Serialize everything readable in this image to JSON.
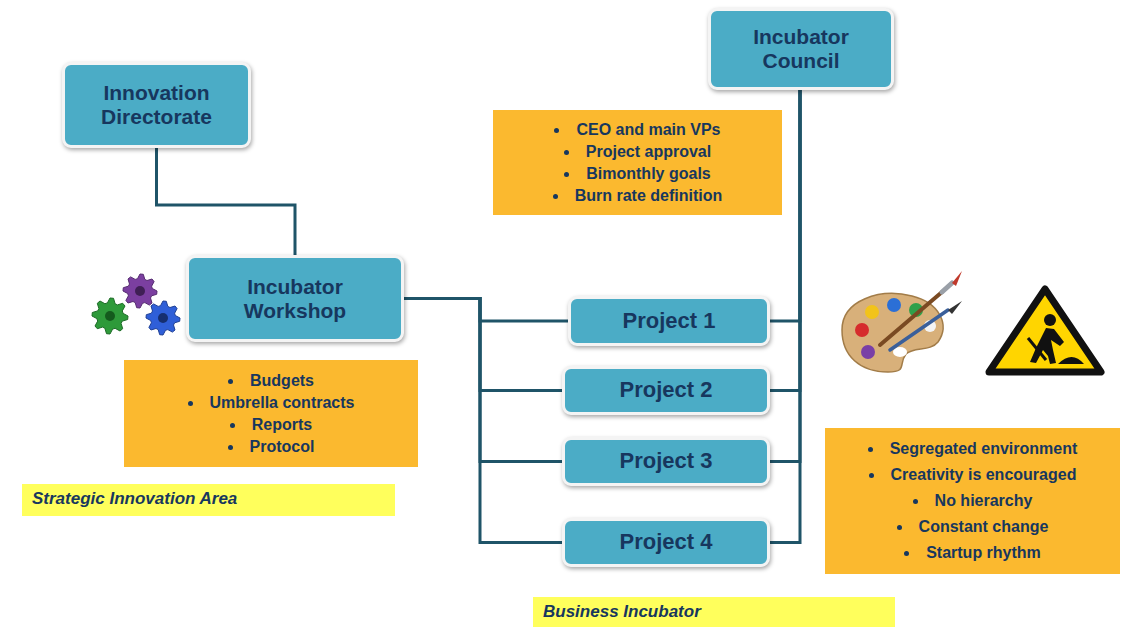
{
  "diagram": {
    "nodes": [
      {
        "text": [
          "Strategic Innovation Area"
        ]
      },
      {
        "text": [
          "Innovation Directorate"
        ],
        "in": 0
      },
      {
        "text": [
          "Incubator Workshop"
        ],
        "in": 0
      },
      {
        "text": [
          "Budgets",
          "Umbrella contracts",
          "Reports",
          "Protocol"
        ],
        "in": 0
      },
      {
        "text": [
          "Incubator Council"
        ]
      },
      {
        "text": [
          "CEO and main VPs",
          "Project approval",
          "Bimonthly goals",
          "Burn rate definition"
        ]
      },
      {
        "text": [
          "Business Incubator"
        ]
      },
      {
        "text": [
          "Project 1"
        ],
        "in": 6
      },
      {
        "text": [
          "Project 2"
        ],
        "in": 6
      },
      {
        "text": [
          "Project 3"
        ],
        "in": 6
      },
      {
        "text": [
          "Project 4"
        ],
        "in": 6
      },
      {
        "text": [
          "Segregated environment",
          "Creativity is encouraged",
          "No hierarchy",
          "Constant change",
          "Startup rhythm"
        ],
        "in": 6
      }
    ],
    "edges": [
      {
        "from": 1,
        "to": 2,
        "arrow": "none"
      },
      {
        "from": 2,
        "to": 7,
        "arrow": "none"
      },
      {
        "from": 2,
        "to": 8,
        "arrow": "none"
      },
      {
        "from": 2,
        "to": 9,
        "arrow": "none"
      },
      {
        "from": 2,
        "to": 10,
        "arrow": "none"
      },
      {
        "from": 4,
        "to": 7,
        "arrow": "none"
      },
      {
        "from": 4,
        "to": 8,
        "arrow": "none"
      },
      {
        "from": 4,
        "to": 9,
        "arrow": "none"
      },
      {
        "from": 4,
        "to": 10,
        "arrow": "none"
      }
    ]
  }
}
